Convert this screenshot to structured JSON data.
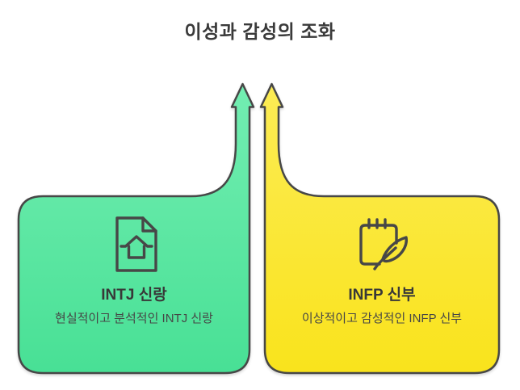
{
  "title": "이성과 감성의 조화",
  "colors": {
    "background": "#ffffff",
    "outline": "#474747",
    "title_text": "#3a3a3a",
    "body_text": "#464646"
  },
  "nodes": [
    {
      "id": "intj-groom",
      "label": "INTJ 신랑",
      "description": "현실적이고 분석적인 INTJ 신랑",
      "icon": "document-home-icon",
      "fill_top": "#73eeb2",
      "fill_bottom": "#48e095"
    },
    {
      "id": "infp-bride",
      "label": "INFP 신부",
      "description": "이상적이고 감성적인 INFP 신부",
      "icon": "notepad-quill-icon",
      "fill_top": "#fcec55",
      "fill_bottom": "#f9e31c"
    }
  ]
}
